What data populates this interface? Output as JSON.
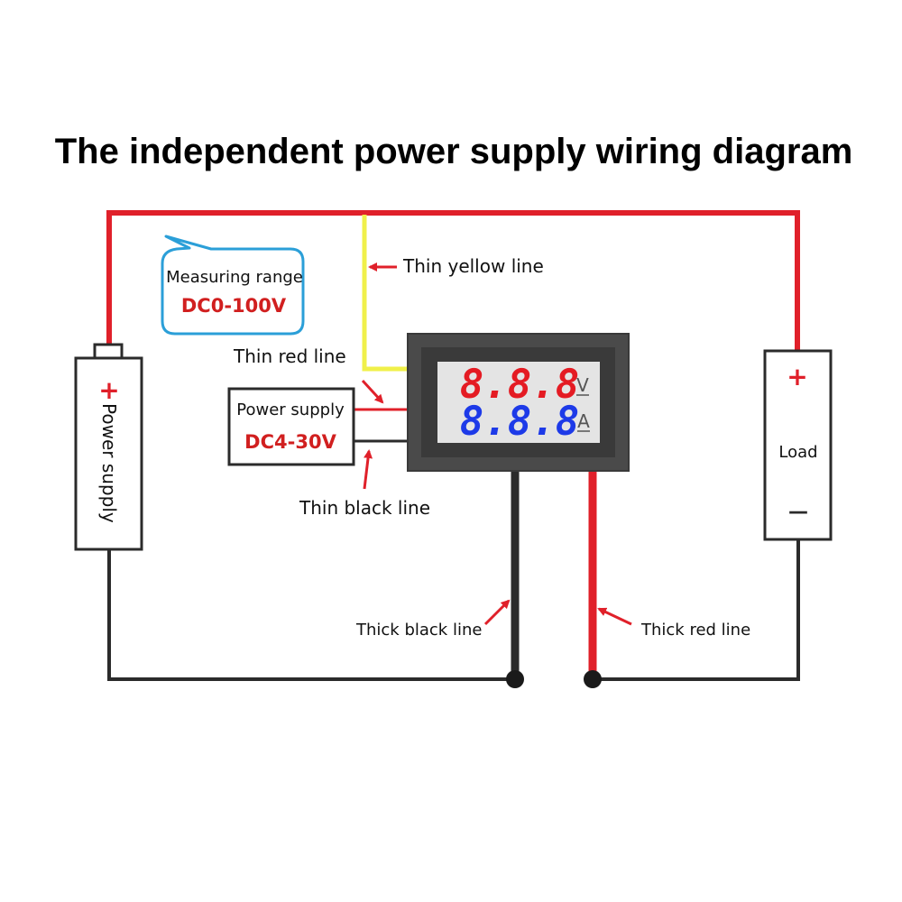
{
  "title": "The independent power supply wiring diagram",
  "callout": {
    "line1": "Measuring range",
    "line2": "DC0-100V"
  },
  "labels": {
    "thin_yellow": "Thin yellow line",
    "thin_red": "Thin red line",
    "thin_black": "Thin black line",
    "thick_black": "Thick black line",
    "thick_red": "Thick red line"
  },
  "aux_supply": {
    "line1": "Power supply",
    "line2": "DC4-30V"
  },
  "battery": {
    "label": "Power supply",
    "plus": "+"
  },
  "load": {
    "label": "Load",
    "plus": "+",
    "minus": "—"
  },
  "meter": {
    "voltage_digits": "8.8.8",
    "voltage_unit": "V",
    "current_digits": "8.8.8",
    "current_unit": "A"
  },
  "colors": {
    "red_wire": "#e0202a",
    "black_wire": "#2b2b2b",
    "yellow_wire": "#f0f04a",
    "callout_border": "#2b9fd8",
    "meter_bezel": "#4a4a4a",
    "voltage_digits": "#e41b23",
    "current_digits": "#1d3ae8"
  }
}
